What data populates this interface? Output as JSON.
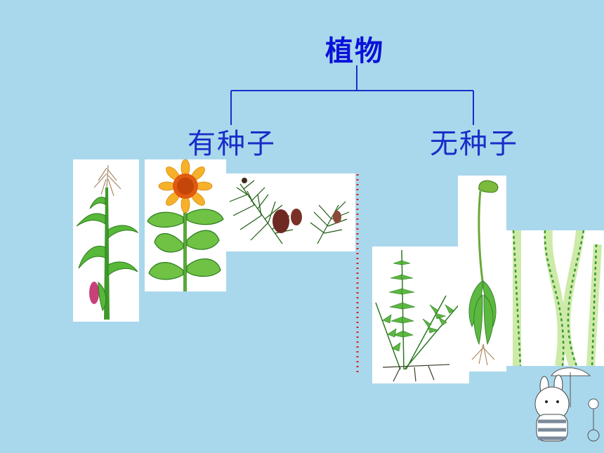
{
  "title": "植物",
  "branches": [
    {
      "label": "有种子"
    },
    {
      "label": "无种子"
    }
  ],
  "colors": {
    "background": "#a9d8ec",
    "title": "#0a12d8",
    "tree_line": "#1a2dc8",
    "divider": "#e02020"
  },
  "images": [
    {
      "name": "corn-plant"
    },
    {
      "name": "sunflower-plant"
    },
    {
      "name": "pine-branches"
    },
    {
      "name": "fern-plant"
    },
    {
      "name": "moss-plant"
    },
    {
      "name": "spirogyra-algae"
    },
    {
      "name": "cartoon-bunny-decoration"
    }
  ]
}
